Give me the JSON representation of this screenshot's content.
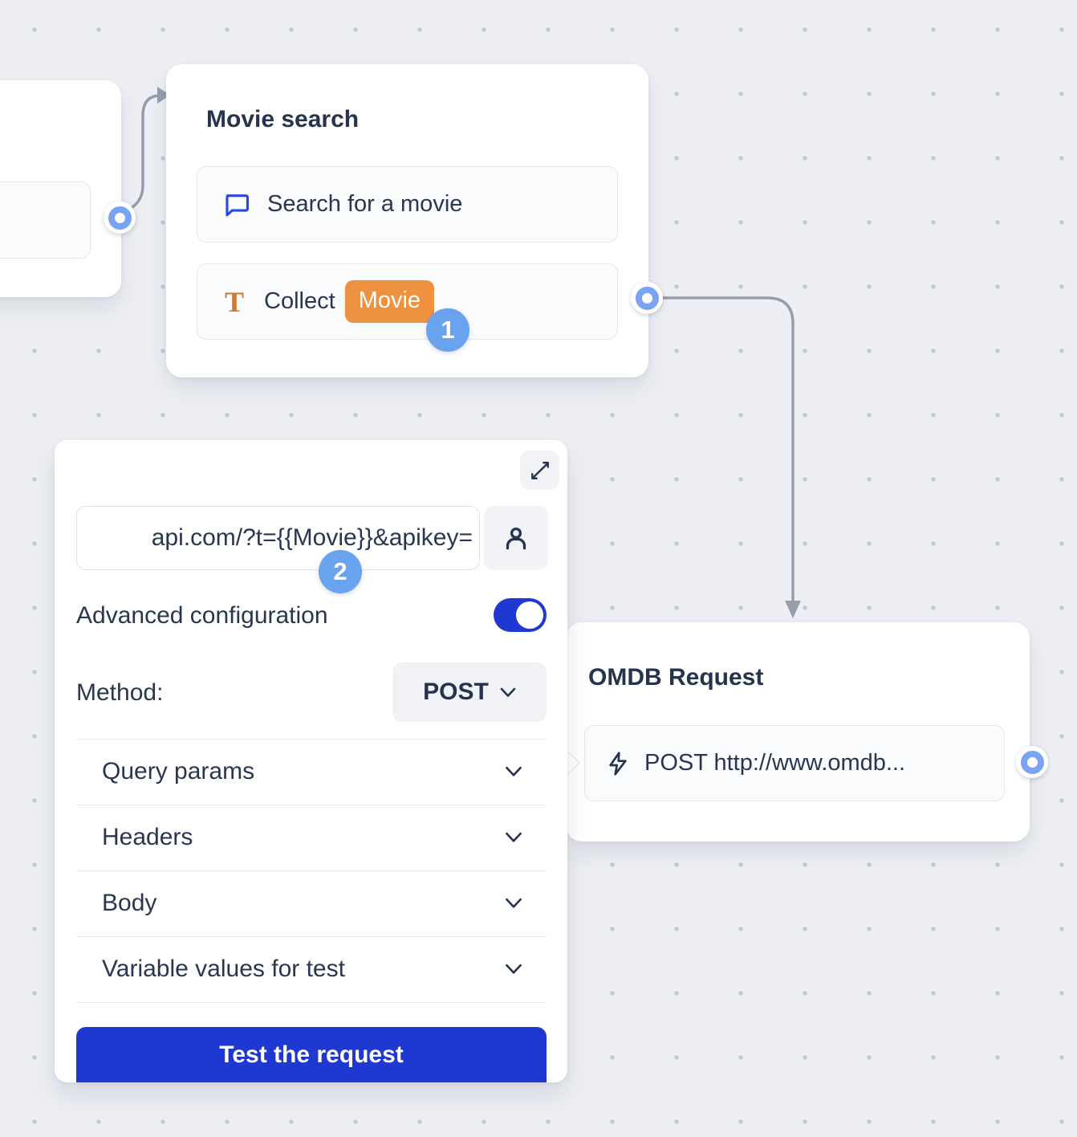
{
  "colors": {
    "background": "#edeff4",
    "dot_grid": "#c3c8d6",
    "accent_blue": "#2038d2",
    "port_blue": "#7ba3f3",
    "badge_blue": "#69a3f0",
    "chip_orange": "#ee9140",
    "navy_text": "#273349",
    "connector_gray": "#979eab"
  },
  "movie_node": {
    "title": "Movie search",
    "step_message": {
      "label": "Search for a movie"
    },
    "step_collect": {
      "label": "Collect",
      "chip": "Movie"
    }
  },
  "annotations": {
    "step1": "1",
    "step2": "2"
  },
  "webhook_panel": {
    "url_value": "api.com/?t={{Movie}}&apikey=",
    "advanced_label": "Advanced configuration",
    "method_label": "Method:",
    "method_value": "POST",
    "sections": {
      "query": "Query params",
      "headers": "Headers",
      "body": "Body",
      "variables": "Variable values for test"
    },
    "test_button_label": "Test the request"
  },
  "omdb_node": {
    "title": "OMDB Request",
    "step_label": "POST http://www.omdb..."
  }
}
